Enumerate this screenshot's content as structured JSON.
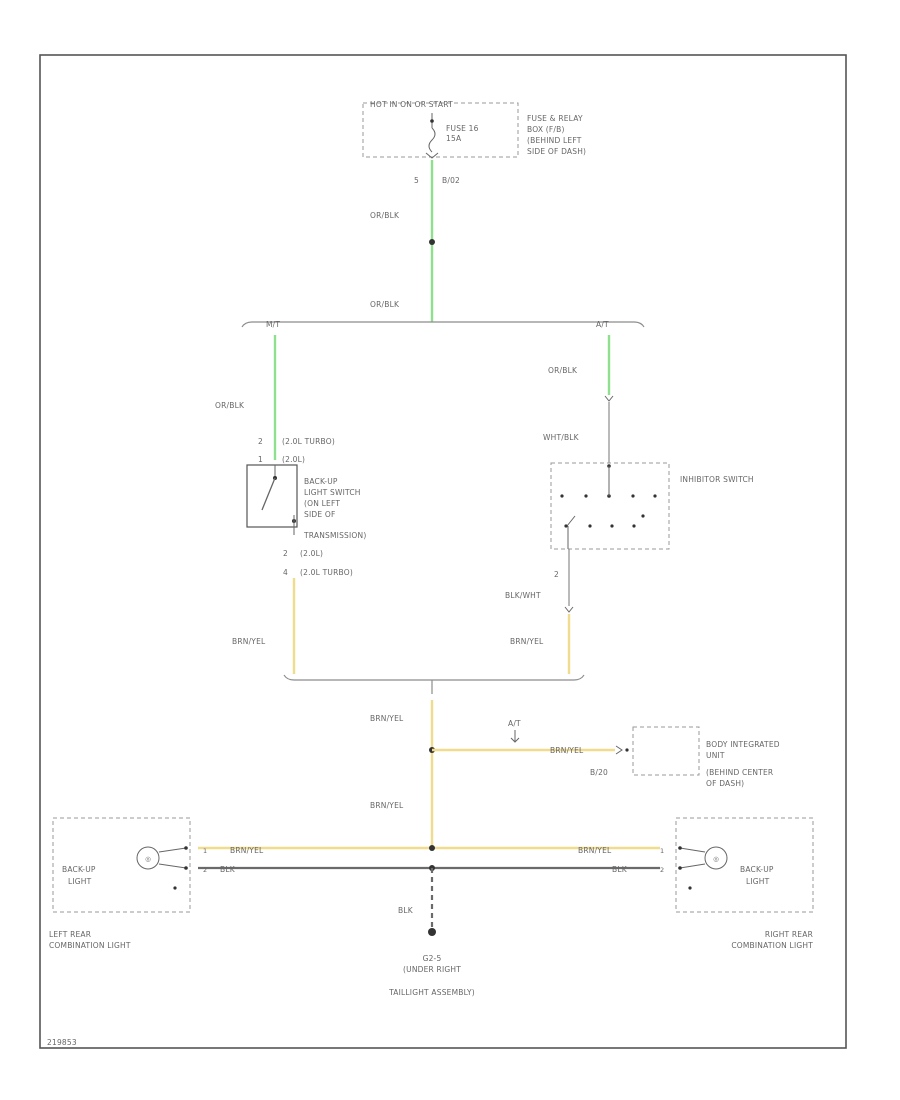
{
  "fuse_box": {
    "title": "HOT IN ON OR START",
    "fuse": "FUSE 16",
    "rating": "15A",
    "location": [
      "FUSE & RELAY",
      "BOX (F/B)",
      "(BEHIND LEFT",
      "SIDE OF DASH)"
    ],
    "pin": "5",
    "conn": "B/02"
  },
  "wires": {
    "or_blk_1": "OR/BLK",
    "or_blk_2": "OR/BLK",
    "or_blk_left": "OR/BLK",
    "or_blk_right": "OR/BLK",
    "wht_blk": "WHT/BLK",
    "blk_wht": "BLK/WHT",
    "brn_yel_left": "BRN/YEL",
    "brn_yel_right": "BRN/YEL",
    "brn_yel_mid1": "BRN/YEL",
    "brn_yel_mid2": "BRN/YEL",
    "brn_yel_biu": "BRN/YEL",
    "brn_yel_ll": "BRN/YEL",
    "brn_yel_rl": "BRN/YEL",
    "blk_ll": "BLK",
    "blk_rl": "BLK",
    "blk_ground": "BLK"
  },
  "split": {
    "left": "M/T",
    "right": "A/T",
    "biu": "A/T"
  },
  "backup_switch": {
    "pin_top_a": "2",
    "pin_top_a_note": "(2.0L TURBO)",
    "pin_top_b": "1",
    "pin_top_b_note": "(2.0L)",
    "label": [
      "BACK-UP",
      "LIGHT SWITCH",
      "(ON LEFT",
      "SIDE OF",
      "TRANSMISSION)"
    ],
    "pin_bot_a": "2",
    "pin_bot_a_note": "(2.0L)",
    "pin_bot_b": "4",
    "pin_bot_b_note": "(2.0L TURBO)"
  },
  "inhibitor": {
    "label": "INHIBITOR SWITCH",
    "pin": "2"
  },
  "biu": {
    "label": [
      "BODY INTEGRATED",
      "UNIT",
      "(BEHIND CENTER",
      "OF DASH)"
    ],
    "conn": "B/20"
  },
  "left_lamp": {
    "label": [
      "BACK-UP",
      "LIGHT"
    ],
    "title": [
      "LEFT REAR",
      "COMBINATION LIGHT"
    ],
    "pin_a": "1",
    "pin_b": "2"
  },
  "right_lamp": {
    "label": [
      "BACK-UP",
      "LIGHT"
    ],
    "title": [
      "RIGHT REAR",
      "COMBINATION LIGHT"
    ],
    "pin_a": "1",
    "pin_b": "2"
  },
  "ground": {
    "label": [
      "G2-5",
      "(UNDER RIGHT",
      "TAILLIGHT ASSEMBLY)"
    ]
  },
  "figure_code": "219853"
}
